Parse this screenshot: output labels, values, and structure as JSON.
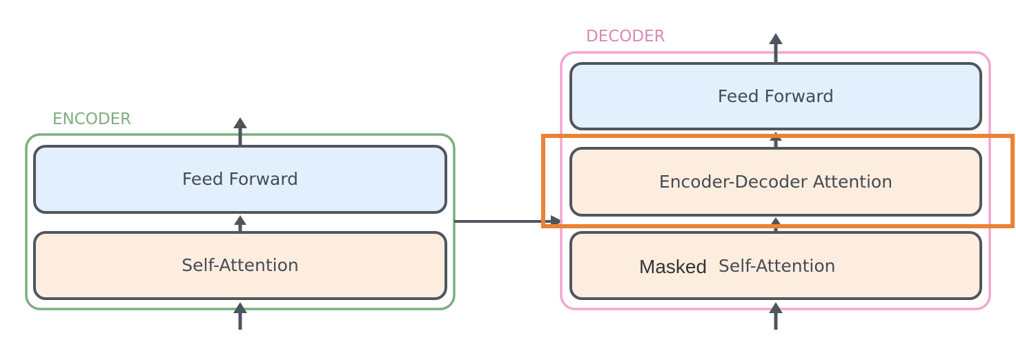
{
  "encoder": {
    "label": "ENCODER",
    "feed_forward": "Feed Forward",
    "self_attention": "Self-Attention"
  },
  "decoder": {
    "label": "DECODER",
    "feed_forward": "Feed Forward",
    "encoder_decoder_attention": "Encoder-Decoder Attention",
    "masked_prefix": "Masked",
    "self_attention": "Self-Attention"
  },
  "colors": {
    "encoder_border": "#7dae7c",
    "decoder_border": "#f6a5cf",
    "decoder_label": "#d889b3",
    "feed_forward_fill": "#e2f0fd",
    "attention_fill": "#fdeddf",
    "block_border": "#51565d",
    "arrow": "#4e555d",
    "highlight": "#ea8235"
  }
}
